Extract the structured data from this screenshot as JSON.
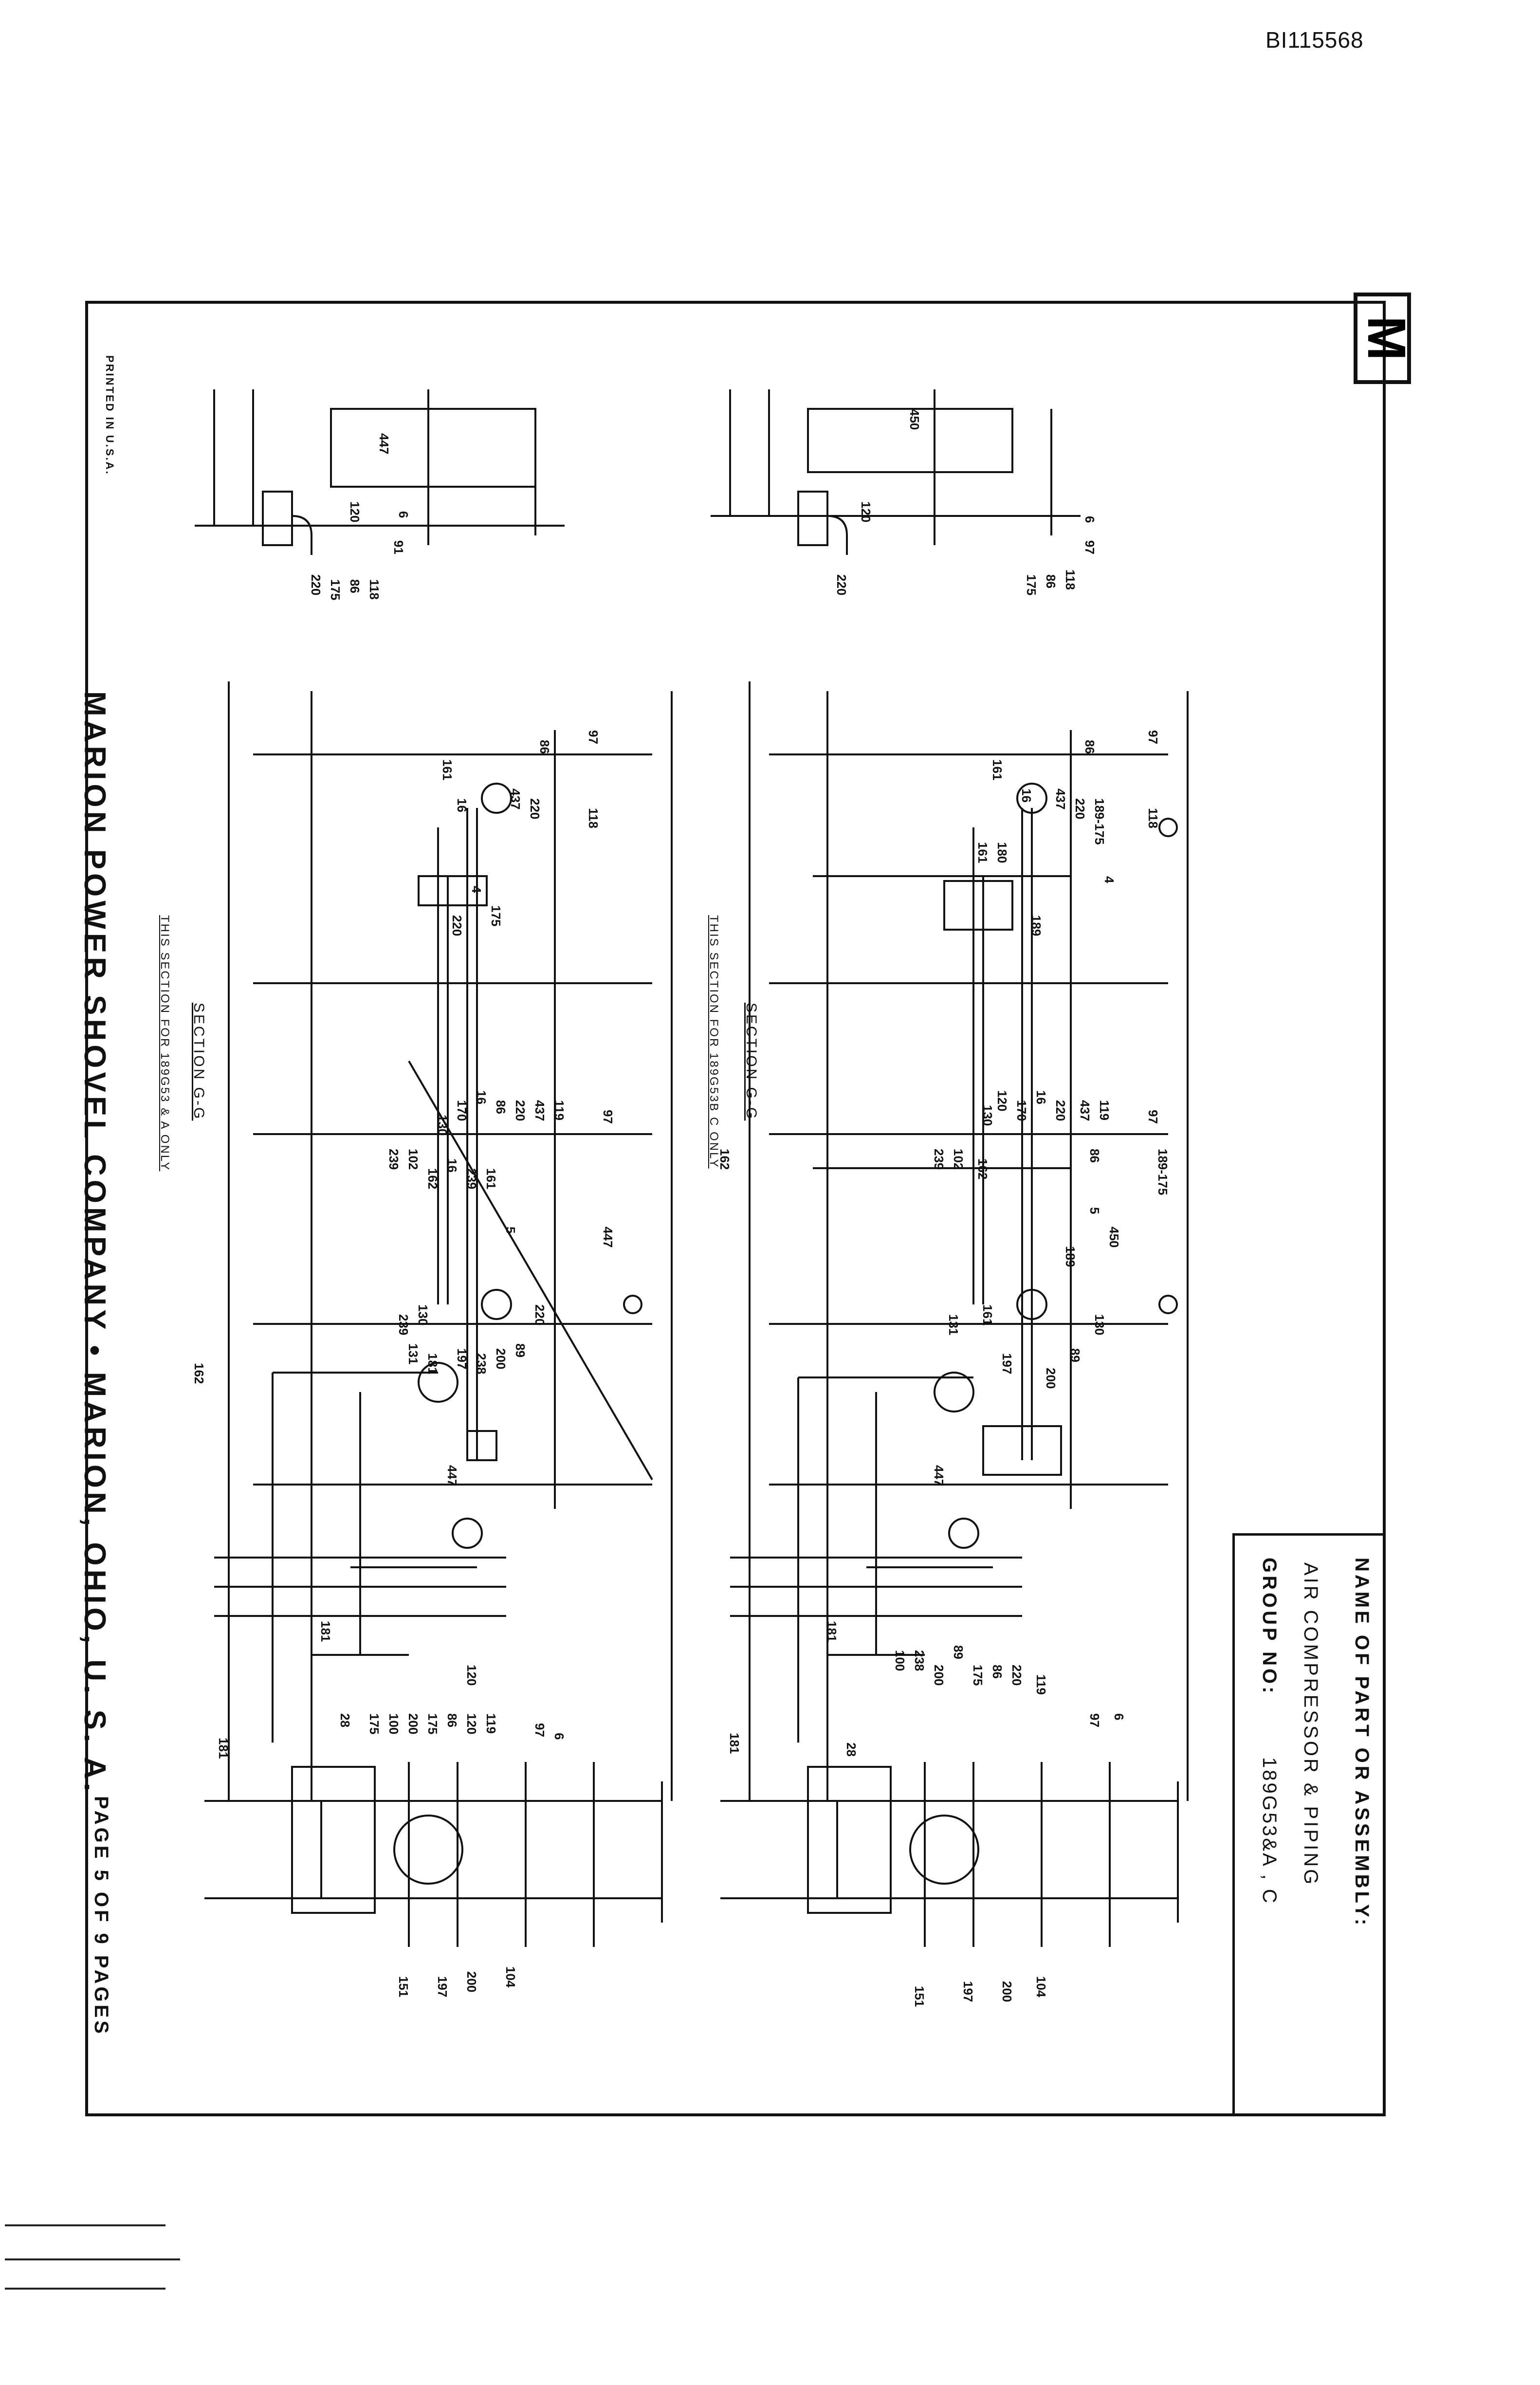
{
  "doc_id": "BI115568",
  "logo_letter": "M",
  "info_block": {
    "name_label": "NAME OF PART OR ASSEMBLY:",
    "part_name": "AIR COMPRESSOR & PIPING",
    "group_label": "GROUP NO:",
    "group_number": "189G53&A , C"
  },
  "footer": {
    "company": "MARION POWER SHOVEL COMPANY • MARION, OHIO, U. S. A.",
    "page": "PAGE 5 OF 9 PAGES",
    "printed": "PRINTED IN U.S.A."
  },
  "sections": {
    "upper_title": "SECTION G-G",
    "upper_note": "THIS SECTION FOR 189G53B C ONLY",
    "lower_title": "SECTION G-G",
    "lower_note": "THIS SECTION FOR 189G53 & A ONLY"
  },
  "callouts_upper": {
    "c1": "450",
    "c2": "120",
    "c3": "220",
    "c4": "6",
    "c5": "97",
    "c6": "118",
    "c7": "86",
    "c8": "175",
    "c9": "97",
    "c10": "118",
    "c11": "86",
    "c12": "161",
    "c13": "16",
    "c14": "437",
    "c15": "220",
    "c16": "189-175",
    "c17": "180",
    "c18": "161",
    "c19": "189",
    "c20": "4",
    "c21": "120",
    "c22": "170",
    "c23": "130",
    "c24": "16",
    "c25": "220",
    "c26": "437",
    "c27": "119",
    "c28": "97",
    "c29": "86",
    "c30": "239",
    "c31": "102",
    "c32": "162",
    "c33": "162",
    "c34": "189-175",
    "c35": "450",
    "c36": "5",
    "c37": "189",
    "c38": "130",
    "c39": "89",
    "c40": "200",
    "c41": "197",
    "c42": "161",
    "c43": "131",
    "c44": "447",
    "c45": "181",
    "c46": "181",
    "c47": "100",
    "c48": "238",
    "c49": "28",
    "c50": "89",
    "c51": "200",
    "c52": "175",
    "c53": "86",
    "c54": "220",
    "c55": "119",
    "c56": "97",
    "c57": "6",
    "c58": "104",
    "c59": "200",
    "c60": "197",
    "c61": "151"
  },
  "callouts_lower": {
    "c1": "447",
    "c2": "120",
    "c3": "220",
    "c4": "175",
    "c5": "86",
    "c6": "118",
    "c7": "91",
    "c8": "6",
    "c9": "97",
    "c10": "118",
    "c11": "86",
    "c12": "161",
    "c13": "16",
    "c14": "437",
    "c15": "220",
    "c16": "4",
    "c17": "220",
    "c18": "175",
    "c19": "170",
    "c20": "16",
    "c21": "130",
    "c22": "86",
    "c23": "220",
    "c24": "437",
    "c25": "119",
    "c26": "97",
    "c27": "239",
    "c28": "102",
    "c29": "162",
    "c30": "16",
    "c31": "239",
    "c32": "161",
    "c33": "447",
    "c34": "5",
    "c35": "220",
    "c36": "89",
    "c37": "200",
    "c38": "238",
    "c39": "197",
    "c40": "130",
    "c41": "239",
    "c42": "131",
    "c43": "181",
    "c44": "447",
    "c45": "181",
    "c46": "181",
    "c47": "28",
    "c48": "175",
    "c49": "100",
    "c50": "200",
    "c51": "175",
    "c52": "86",
    "c53": "120",
    "c54": "119",
    "c55": "97",
    "c56": "6",
    "c57": "104",
    "c58": "200",
    "c59": "197",
    "c60": "151",
    "c61": "120",
    "c62": "162"
  }
}
